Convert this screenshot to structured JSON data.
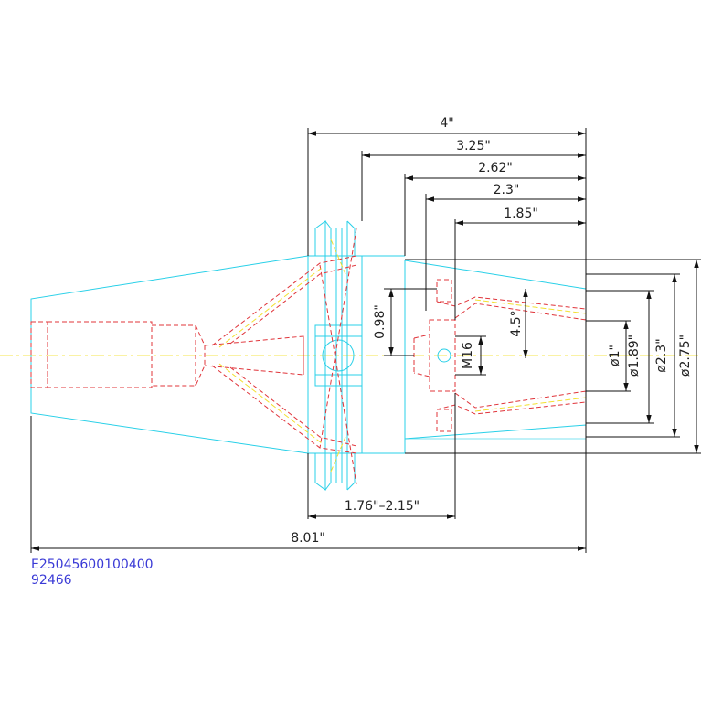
{
  "dimensions": {
    "overall_4": "4\"",
    "d_3_25": "3.25\"",
    "d_2_62": "2.62\"",
    "d_2_3": "2.3\"",
    "d_1_85": "1.85\"",
    "d_0_98": "0.98\"",
    "d_4_5": "4.5°",
    "thread": "M16",
    "dia_1": "ø1\"",
    "dia_1_89": "ø1.89\"",
    "dia_2_3": "ø2.3\"",
    "dia_2_75": "ø2.75\"",
    "range": "1.76\"–2.15\"",
    "overall_length": "8.01\""
  },
  "part": {
    "code": "E25045600100400",
    "number": "92466"
  },
  "colors": {
    "outline": "#29d0e8",
    "hidden": "#e0343a",
    "centerline": "#f2e030",
    "dimension": "#111111",
    "label": "#3a3ad6"
  }
}
